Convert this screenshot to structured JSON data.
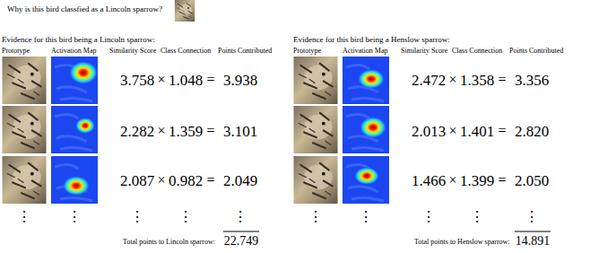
{
  "diagram": {
    "title": "Why is this bird classfied as a Lincoln sparrow?",
    "labels": [
      "Evidence for this bird being a Lincoln sparrow:",
      "Prototype",
      "Activation Map",
      "Similarity Score",
      "Class Connection",
      "Points Contributed",
      "3.758",
      "×",
      "1.048",
      "=",
      "3.938",
      "2.282",
      "×",
      "1.359",
      "=",
      "3.101",
      "2.087",
      "×",
      "0.982",
      "=",
      "2.049",
      "⋮",
      "⋮",
      "⋮",
      "⋮",
      "⋮",
      "Total points to Lincoln sparrow:",
      "22.749",
      "Evidence for this bird being a Henslow sparrow:",
      "Prototype",
      "Activation Map",
      "Similarity Score",
      "Class Connection",
      "Points Contributed",
      "2.472",
      "×",
      "1.358",
      "=",
      "3.356",
      "2.013",
      "×",
      "1.401",
      "=",
      "2.820",
      "1.466",
      "×",
      "1.399",
      "=",
      "2.050",
      "⋮",
      "⋮",
      "⋮",
      "⋮",
      "⋮",
      "Total points to Henslow sparrow:",
      "14.891"
    ]
  }
}
